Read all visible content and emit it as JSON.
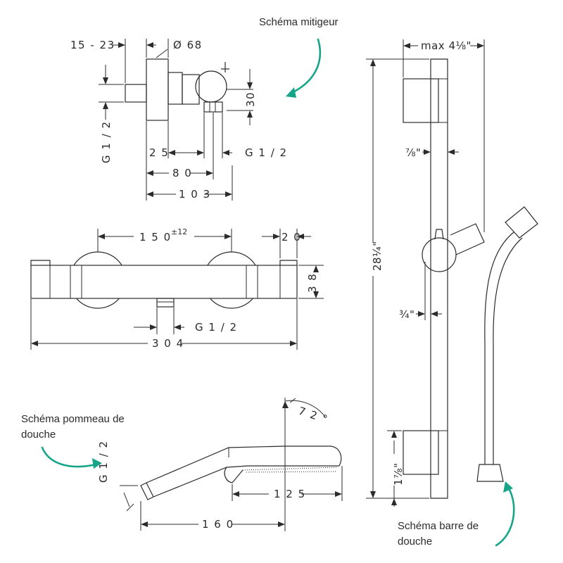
{
  "captions": {
    "mixer": "Schéma mitigeur",
    "head_line1": "Schéma pommeau de",
    "head_line2": "douche",
    "bar_line1": "Schéma barre de",
    "bar_line2": "douche"
  },
  "mixer_side": {
    "offset": "15 - 23",
    "diameter": "Ø 68",
    "height": "30",
    "thread_left": "G 1 / 2",
    "d25": "2 5",
    "thread_right": "G 1 / 2",
    "d80": "8 0",
    "d103": "1 0 3"
  },
  "mixer_front": {
    "spacing": "1 5 0",
    "tolerance": "±12",
    "d20": "2 0",
    "d38": "3 8",
    "thread": "G 1 / 2",
    "width": "3 0 4"
  },
  "hand_shower": {
    "angle": "7 2 °",
    "thread": "G 1 / 2",
    "d125": "1 2 5",
    "d160": "1 6 0"
  },
  "shower_bar": {
    "max": "max 4⅛\"",
    "tube": "⅞\"",
    "offset": "¾\"",
    "length": "28¼\"",
    "bottom": "1⅞\""
  },
  "colors": {
    "line": "#2b2b2b",
    "arrow": "#17a58a"
  }
}
